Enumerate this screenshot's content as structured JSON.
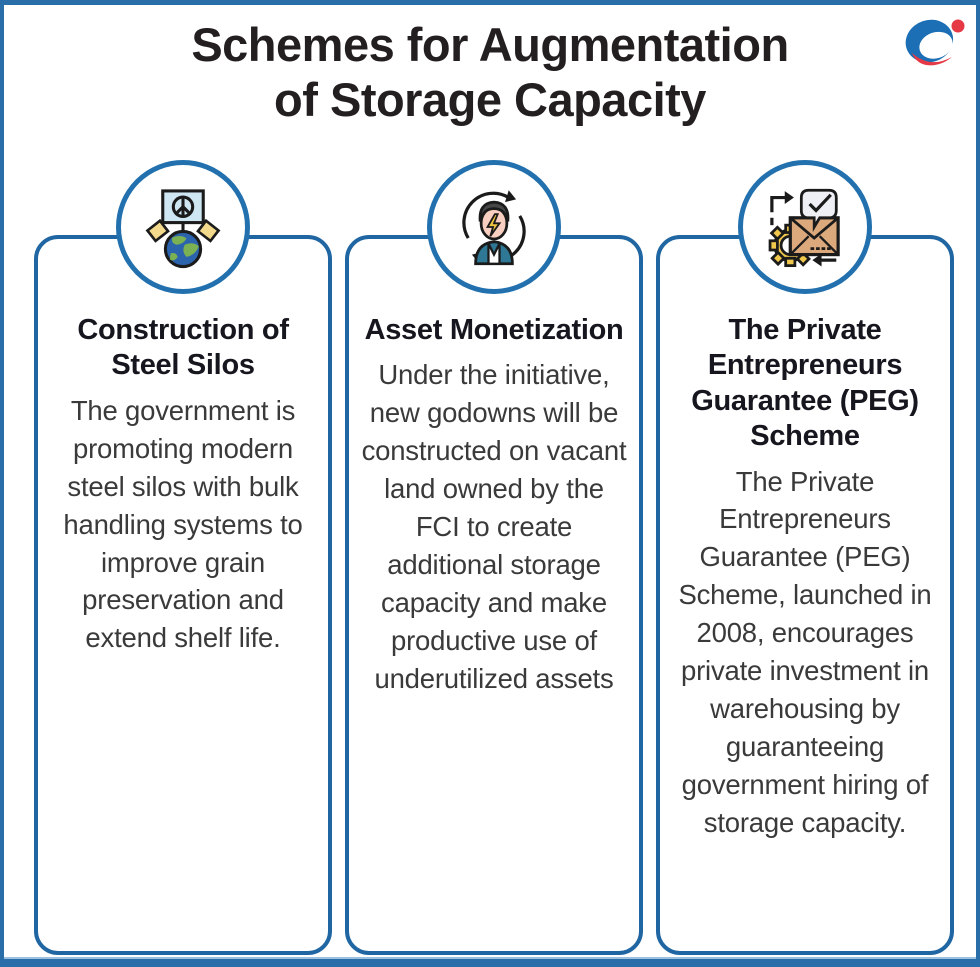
{
  "header": {
    "title_line1": "Schemes for Augmentation",
    "title_line2": "of Storage Capacity"
  },
  "logo": {
    "name": "brand-swoosh-logo"
  },
  "cards": [
    {
      "icon": "peace-placard-globe-icon",
      "heading": "Construction of Steel Silos",
      "body": "The government is promoting modern steel silos with bulk handling systems to improve grain preservation and extend shelf life."
    },
    {
      "icon": "person-energy-cycle-icon",
      "heading": "Asset Monetization",
      "body": "Under the initiative, new godowns will be constructed on vacant land owned by the FCI to create additional storage capacity and make productive use of underutilized assets"
    },
    {
      "icon": "envelope-approval-gear-icon",
      "heading": "The Private Entrepreneurs Guarantee (PEG) Scheme",
      "body": "The Private Entrepreneurs Guarantee (PEG) Scheme, launched in 2008, encourages private investment in warehousing by guaranteeing government hiring of storage capacity."
    }
  ],
  "colors": {
    "border_blue": "#2a6ea9",
    "card_border_blue": "#2066a2",
    "title_text": "#231f20",
    "body_text": "#3a3a3a",
    "logo_blue": "#1c6fb4",
    "logo_red": "#e63946"
  }
}
